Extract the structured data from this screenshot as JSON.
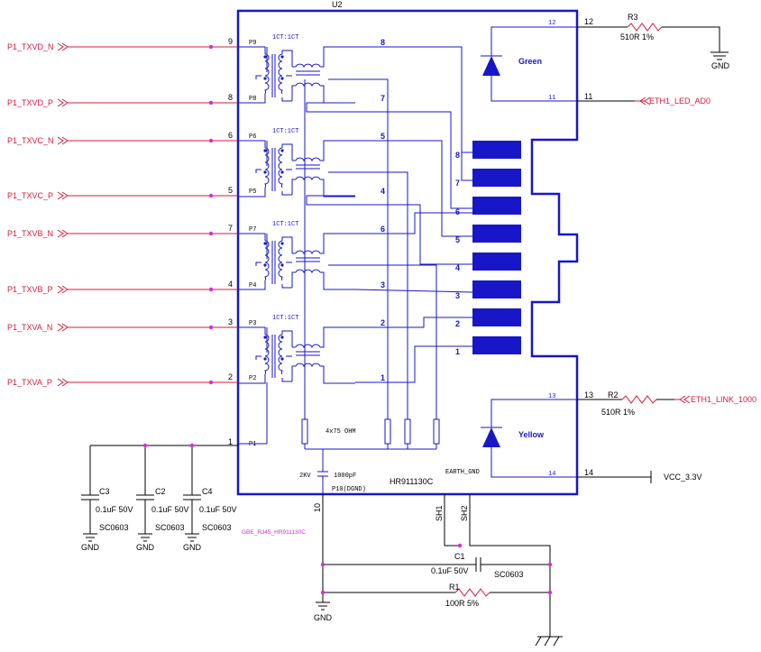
{
  "part": {
    "ref": "U2",
    "value": "HR911130C",
    "footprint": "GBE_RJ45_HR911130C"
  },
  "nets": [
    {
      "label": "P1_TXVD_N",
      "pin": "9",
      "inner": "P9"
    },
    {
      "label": "P1_TXVD_P",
      "pin": "8",
      "inner": "P8"
    },
    {
      "label": "P1_TXVC_N",
      "pin": "6",
      "inner": "P6"
    },
    {
      "label": "P1_TXVC_P",
      "pin": "5",
      "inner": "P5"
    },
    {
      "label": "P1_TXVB_N",
      "pin": "7",
      "inner": "P7"
    },
    {
      "label": "P1_TXVB_P",
      "pin": "4",
      "inner": "P4"
    },
    {
      "label": "P1_TXVA_N",
      "pin": "3",
      "inner": "P3"
    },
    {
      "label": "P1_TXVA_P",
      "pin": "2",
      "inner": "P2"
    }
  ],
  "pin1": {
    "pin": "1",
    "inner": "P1"
  },
  "ratio": "1CT:1CT",
  "jack_out": [
    "8",
    "7",
    "5",
    "4",
    "6",
    "3",
    "2",
    "1"
  ],
  "jack_contacts": [
    "8",
    "7",
    "6",
    "5",
    "4",
    "3",
    "2",
    "1"
  ],
  "leds": {
    "green": {
      "name": "Green",
      "pin_top": "12",
      "pin_bot": "11"
    },
    "yellow": {
      "name": "Yellow",
      "pin_top": "13",
      "pin_bot": "14"
    }
  },
  "inner_texts": {
    "ohm": "4x75 OHM",
    "kv": "2KV",
    "cap": "1000pF",
    "p10": "P10(DGND)",
    "earth": "EARTH_GND"
  },
  "ext": {
    "eth_led": "ETH1_LED_AD0",
    "eth_link": "ETH1_LINK_1000",
    "vcc": "VCC_3.3V",
    "gnd": "GND"
  },
  "pins_bottom": {
    "p10": "10",
    "sh1": "SH1",
    "sh2": "SH2"
  },
  "r3": {
    "ref": "R3",
    "value": "510R 1%"
  },
  "r2": {
    "ref": "R2",
    "value": "510R 1%"
  },
  "r1": {
    "ref": "R1",
    "value": "100R 5%"
  },
  "c1": {
    "ref": "C1",
    "value": "0.1uF 50V",
    "pkg": "SC0603"
  },
  "c2": {
    "ref": "C2",
    "value": "0.1uF 50V",
    "pkg": "SC0603"
  },
  "c3": {
    "ref": "C3",
    "value": "0.1uF 50V",
    "pkg": "SC0603"
  },
  "c4": {
    "ref": "C4",
    "value": "0.1uF 50V",
    "pkg": "SC0603"
  }
}
